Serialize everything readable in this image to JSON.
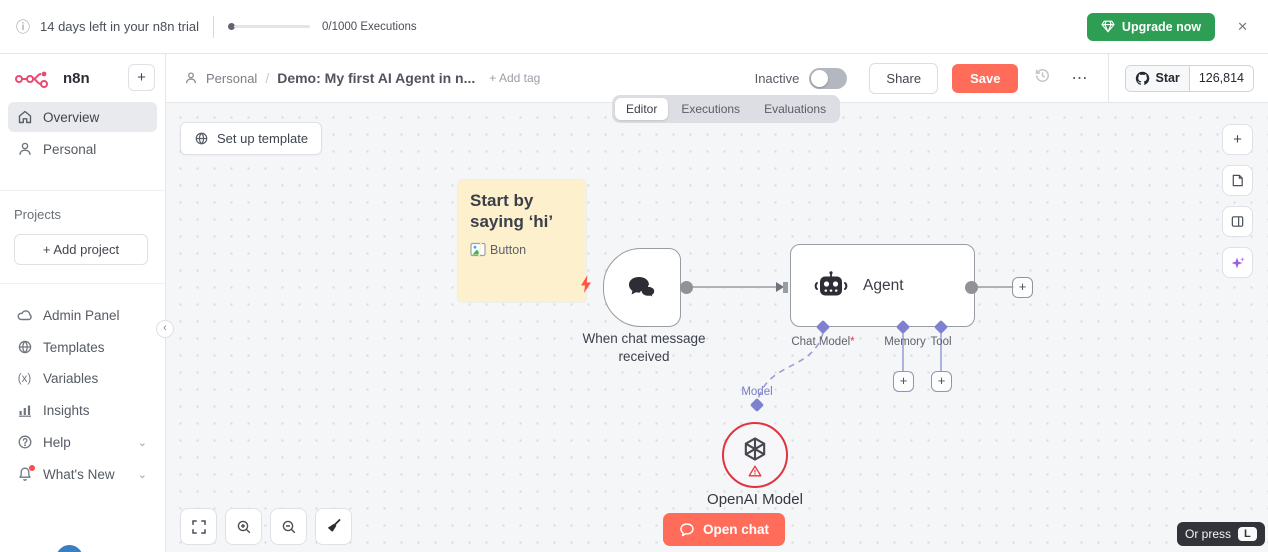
{
  "colors": {
    "accent_orange": "#ff6d5a",
    "success_green": "#2e9e54",
    "brand_pink": "#ea4b71",
    "connector_purple": "#7e81d0",
    "error_red": "#e0343f"
  },
  "icons": {
    "info": "ⓘ",
    "close": "✕",
    "plus": "+",
    "ellipsis": "⋯",
    "slash": "/",
    "chevron_down": "⌄",
    "collapse_left": "‹",
    "variables_glyph": "(x)",
    "help_glyph": "?"
  },
  "banner": {
    "trial_text": "14 days left in your n8n trial",
    "usage_text": "0/1000 Executions",
    "upgrade_label": "Upgrade now"
  },
  "sidebar": {
    "logo": "n8n",
    "overview": "Overview",
    "personal": "Personal",
    "projects_label": "Projects",
    "add_project": "+ Add project",
    "items": [
      {
        "label": "Admin Panel"
      },
      {
        "label": "Templates"
      },
      {
        "label": "Variables"
      },
      {
        "label": "Insights"
      },
      {
        "label": "Help"
      },
      {
        "label": "What's New"
      }
    ]
  },
  "header": {
    "breadcrumb": "Personal",
    "title": "Demo: My first AI Agent in n...",
    "add_tag": "+ Add tag",
    "status": "Inactive",
    "share": "Share",
    "save": "Save",
    "star": "Star",
    "star_count": "126,814"
  },
  "tabs": {
    "editor": "Editor",
    "executions": "Executions",
    "evaluations": "Evaluations"
  },
  "canvas": {
    "setup_template": "Set up template",
    "sticky": {
      "heading": "Start by saying ‘hi’",
      "image_alt": "Button"
    },
    "chat_trigger_label": "When chat message received",
    "agent": {
      "title": "Agent",
      "port_chat_model": "Chat Model",
      "port_required_mark": "*",
      "port_memory": "Memory",
      "port_tool": "Tool"
    },
    "model_port": "Model",
    "model_label": "OpenAI Model",
    "open_chat": "Open chat",
    "hint_text": "Or press",
    "hint_key": "L"
  }
}
